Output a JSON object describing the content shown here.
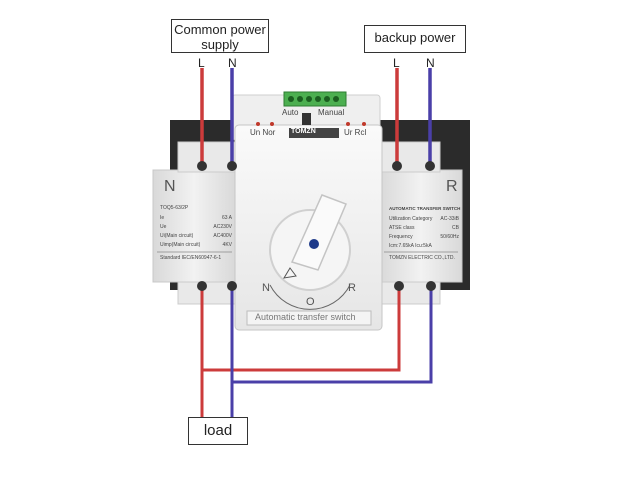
{
  "sources": {
    "common": "Common power supply",
    "backup": "backup power",
    "load": "load"
  },
  "terminals": {
    "common_L": "L",
    "common_N": "N",
    "backup_L": "L",
    "backup_N": "N"
  },
  "device": {
    "brand": "TOMZN",
    "mode_auto": "Auto",
    "mode_manual": "Manual",
    "indicator_left": "Un  Nor",
    "indicator_right": "Ur  Rcl",
    "left_letter": "N",
    "right_letter": "R",
    "model": "TOQ5-63/2P",
    "dial_n": "N",
    "dial_o": "O",
    "dial_r": "R",
    "front_plate": "Automatic transfer switch",
    "spec_left": [
      [
        "Ie",
        "63 A"
      ],
      [
        "Ue",
        "AC230V"
      ],
      [
        "Ui(Main circuit)",
        "AC400V"
      ],
      [
        "Uimp(Main circuit)",
        "4KV"
      ]
    ],
    "standard_left": "Standard IEC/EN60947-6-1",
    "spec_right_title": "AUTOMATIC TRANSFER SWITCH",
    "spec_right": [
      [
        "Utilization Category",
        "AC-33iB"
      ],
      [
        "ATSE class",
        "CB"
      ],
      [
        "Frequency",
        "50/60Hz"
      ],
      [
        "Icm:7.65kA Icu:5kA",
        ""
      ]
    ],
    "maker_right": "TOMZN ELECTRIC CO.,LTD."
  },
  "colors": {
    "live_wire": "#cc3b3b",
    "neutral_wire": "#4a3fa8",
    "housing": "#eeeeee",
    "terminal_green": "#4caf50"
  }
}
